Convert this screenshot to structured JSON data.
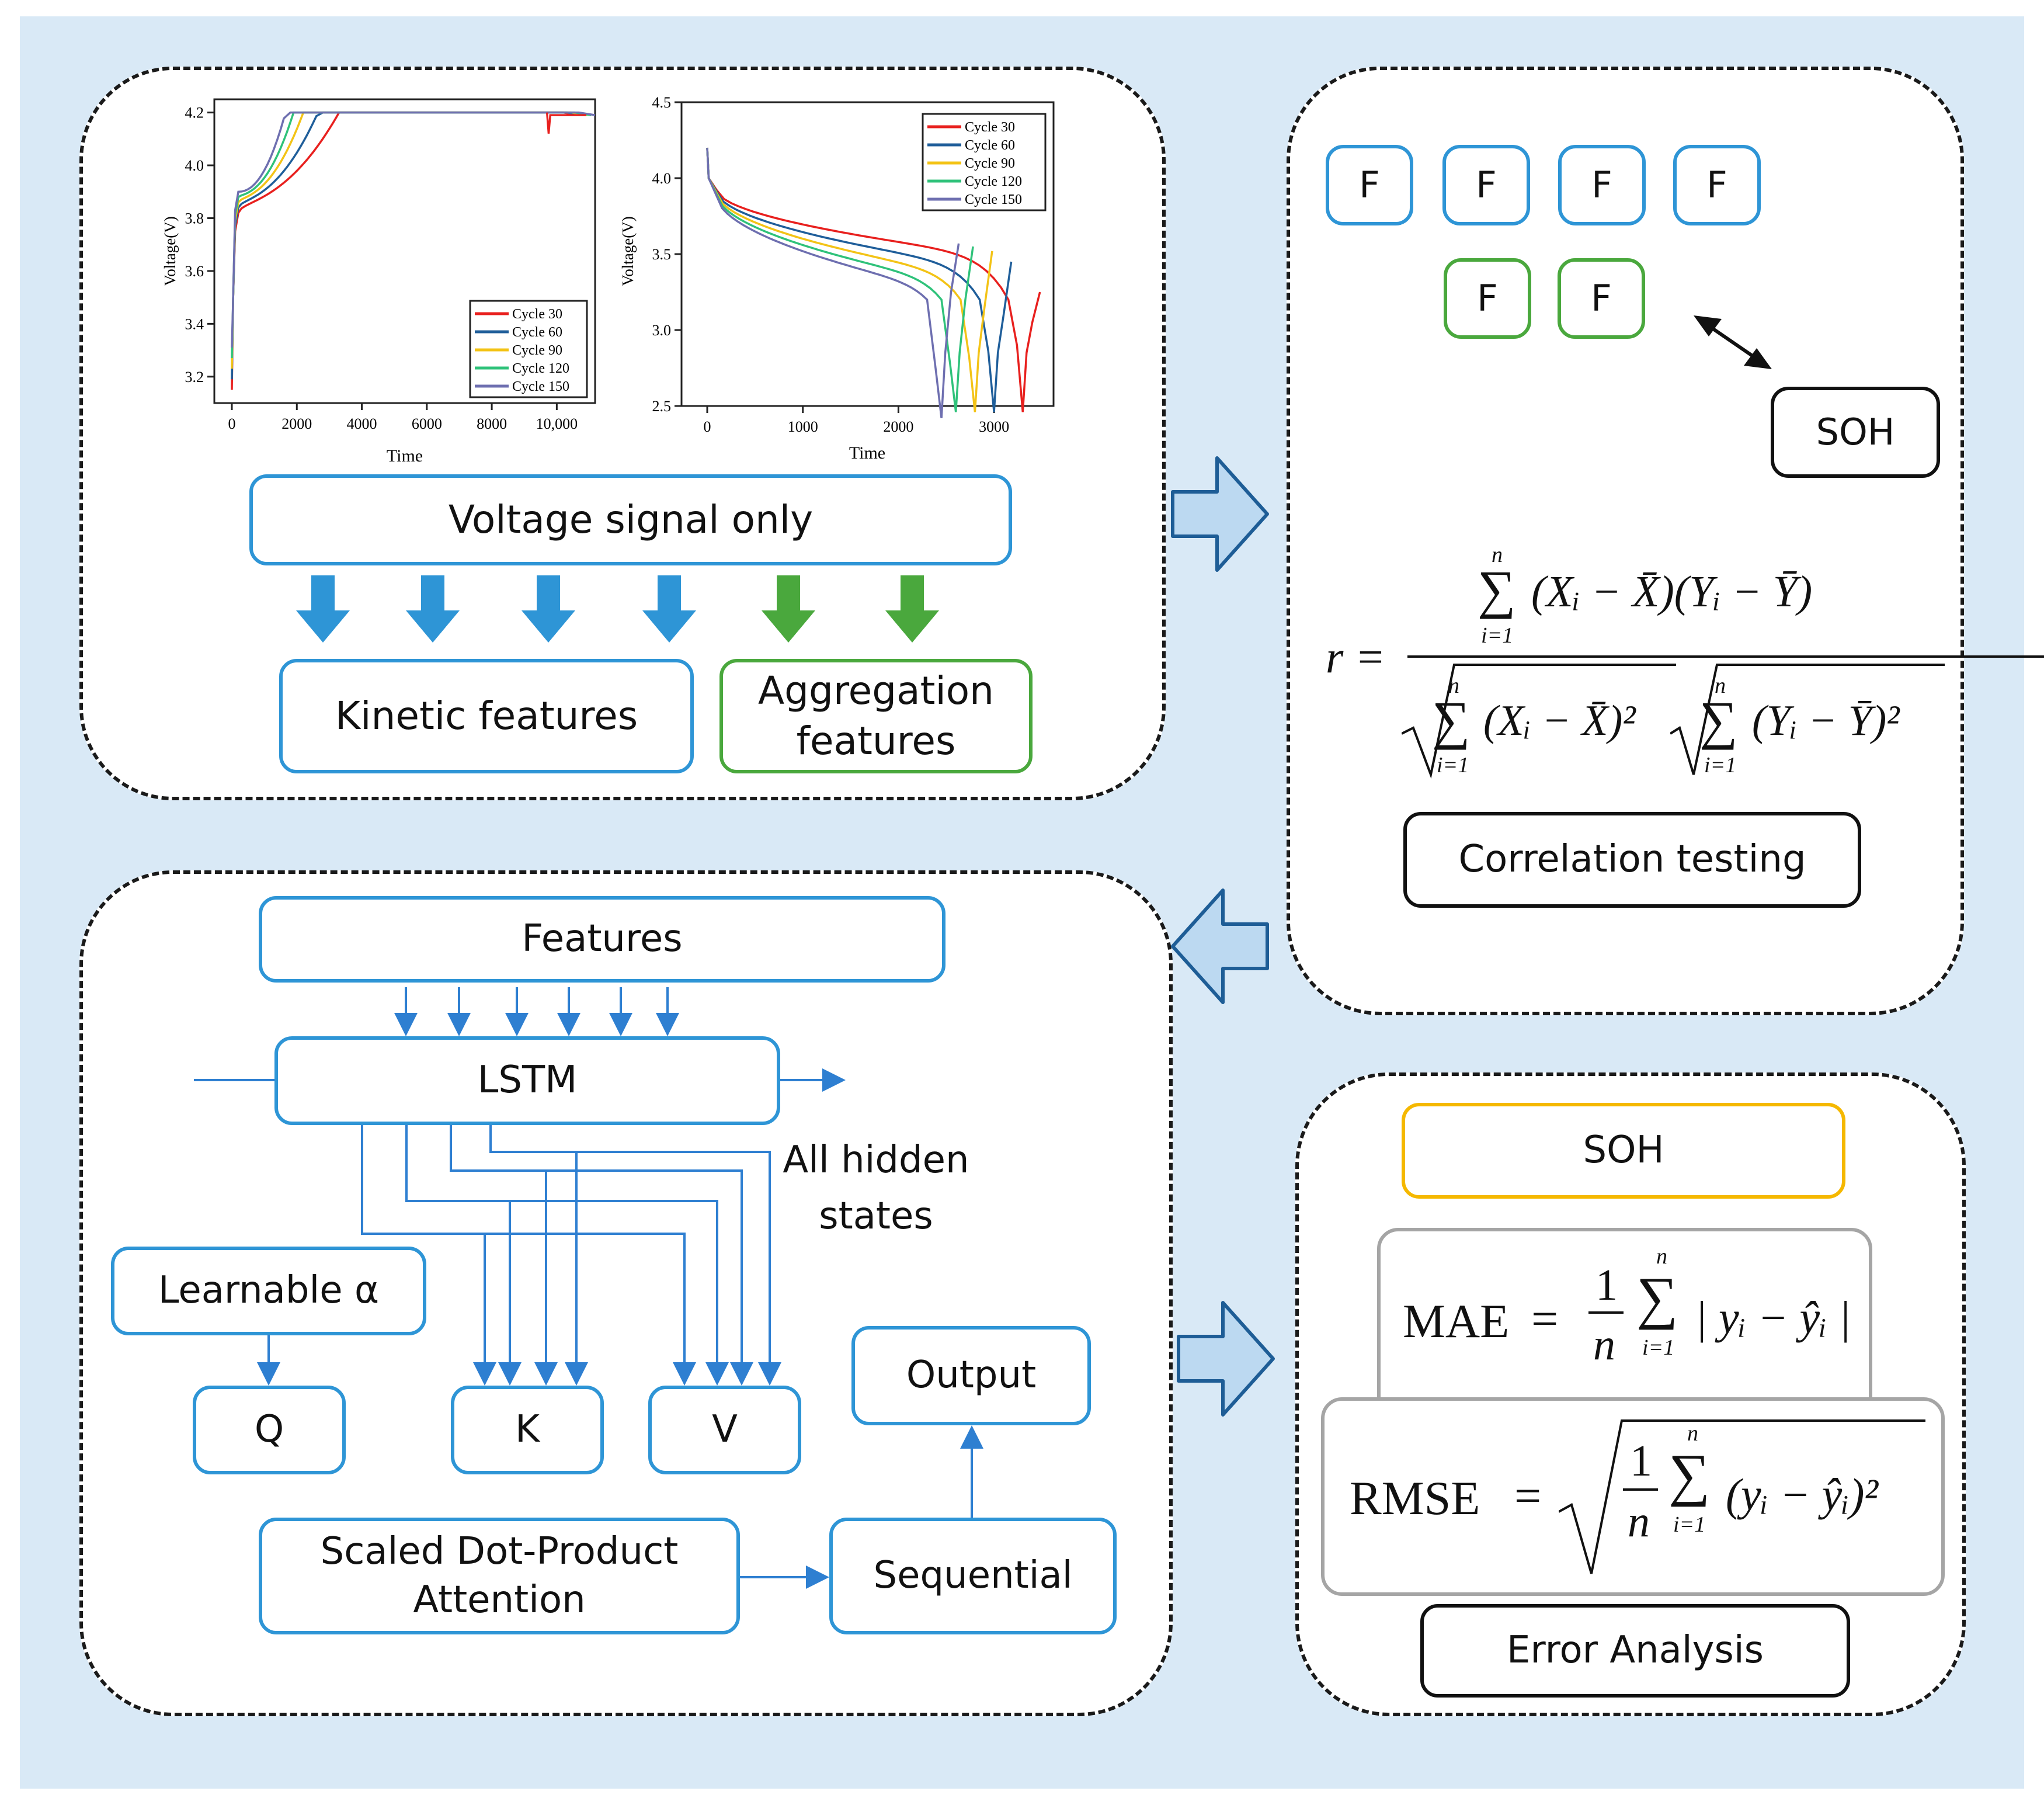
{
  "charts": [
    {
      "type": "line",
      "xlabel": "Time",
      "ylabel": "Voltage(V)",
      "xticks": [
        "0",
        "2000",
        "4000",
        "6000",
        "8000",
        "10,000"
      ],
      "yticks": [
        "3.2",
        "3.4",
        "3.6",
        "3.8",
        "4.0",
        "4.2"
      ],
      "legend": [
        "Cycle 30",
        "Cycle 60",
        "Cycle 90",
        "Cycle 120",
        "Cycle 150"
      ]
    },
    {
      "type": "line",
      "xlabel": "Time",
      "ylabel": "Voltage(V)",
      "xticks": [
        "0",
        "1000",
        "2000",
        "3000"
      ],
      "yticks": [
        "2.5",
        "3.0",
        "3.5",
        "4.0",
        "4.5"
      ],
      "legend": [
        "Cycle 30",
        "Cycle 60",
        "Cycle 90",
        "Cycle 120",
        "Cycle 150"
      ]
    }
  ],
  "series_colors": [
    "#e8201e",
    "#1f5e9a",
    "#f3c316",
    "#2fc27a",
    "#6e6fb0"
  ],
  "panel1": {
    "voltage_label": "Voltage signal only",
    "kinetic_label": "Kinetic features",
    "aggregation_label": "Aggregation features"
  },
  "panel2": {
    "f_label": "F",
    "soh_label": "SOH",
    "formula_r": "r =",
    "formula_numerator": "(Xᵢ − X̄)(Yᵢ − Ȳ)",
    "formula_denominator_x": "(Xᵢ − X̄)²",
    "formula_denominator_y": "(Yᵢ − Ȳ)²",
    "sum_upper": "n",
    "sum_lower": "i=1",
    "correlation_label": "Correlation testing"
  },
  "panel3": {
    "features_label": "Features",
    "lstm_label": "LSTM",
    "hidden_label": "All hidden states",
    "learnable_label": "Learnable α",
    "q_label": "Q",
    "k_label": "K",
    "v_label": "V",
    "output_label": "Output",
    "attention_label": "Scaled Dot-Product Attention",
    "sequential_label": "Sequential"
  },
  "panel4": {
    "soh_label": "SOH",
    "mae_name": "MAE",
    "mae_body": "| yᵢ − ŷᵢ |",
    "rmse_name": "RMSE",
    "rmse_body": "(yᵢ − ŷᵢ)²",
    "frac_num": "1",
    "frac_den": "n",
    "error_label": "Error Analysis"
  }
}
